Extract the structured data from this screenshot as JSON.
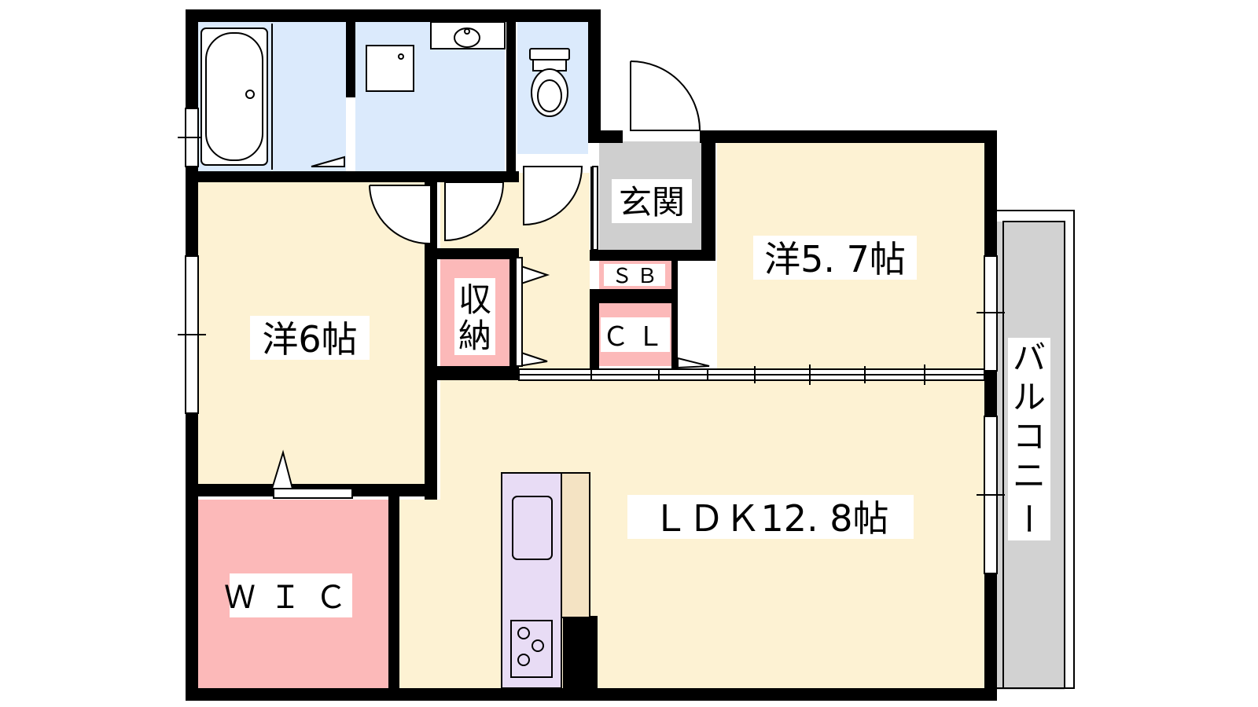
{
  "rooms": {
    "western_6": "洋6帖",
    "western_57": "洋5. 7帖",
    "ldk": "ＬＤＫ12. 8帖",
    "entrance": "玄関",
    "storage_line1": "収",
    "storage_line2": "納",
    "shoe_box": "ＳＢ",
    "closet": "ＣＬ",
    "walk_in_closet": "ＷＩＣ",
    "balcony": [
      "バ",
      "ル",
      "コ",
      "ニ",
      "ー"
    ]
  },
  "colors": {
    "wall": "#000000",
    "room_beige": "#fdf2d3",
    "wet_area_blue": "#dbeafc",
    "storage_pink": "#fcb9b9",
    "entrance_gray": "#cfcfcf",
    "balcony_gray": "#d2d2d2",
    "kitchen_lavender": "#e8dcf5",
    "counter_tan": "#f4e3c3"
  },
  "icons": {
    "bathtub": "bathtub-icon",
    "toilet": "toilet-icon",
    "washbasin": "washbasin-icon",
    "kitchen_sink": "kitchen-sink-icon",
    "stove": "stove-burners-icon"
  }
}
